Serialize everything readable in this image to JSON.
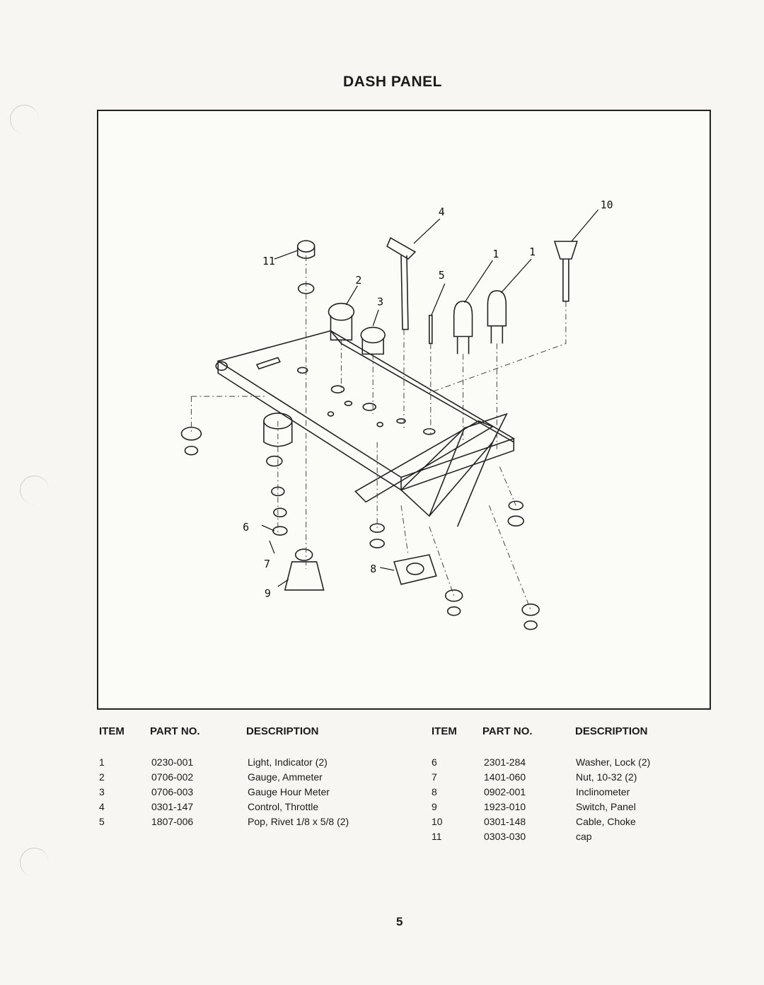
{
  "title": "DASH PANEL",
  "page_number": "5",
  "callouts": [
    "1",
    "1",
    "2",
    "3",
    "4",
    "5",
    "6",
    "7",
    "8",
    "9",
    "10",
    "11"
  ],
  "left_table": {
    "headers": {
      "item": "ITEM",
      "part_no": "PART NO.",
      "description": "DESCRIPTION"
    },
    "rows": [
      {
        "item": "1",
        "part_no": "0230-001",
        "description": "Light, Indicator (2)"
      },
      {
        "item": "2",
        "part_no": "0706-002",
        "description": "Gauge, Ammeter"
      },
      {
        "item": "3",
        "part_no": "0706-003",
        "description": "Gauge Hour Meter"
      },
      {
        "item": "4",
        "part_no": "0301-147",
        "description": "Control, Throttle"
      },
      {
        "item": "5",
        "part_no": "1807-006",
        "description": "Pop, Rivet 1/8 x 5/8 (2)"
      }
    ]
  },
  "right_table": {
    "headers": {
      "item": "ITEM",
      "part_no": "PART NO.",
      "description": "DESCRIPTION"
    },
    "rows": [
      {
        "item": "6",
        "part_no": "2301-284",
        "description": "Washer, Lock (2)"
      },
      {
        "item": "7",
        "part_no": "1401-060",
        "description": "Nut, 10-32 (2)"
      },
      {
        "item": "8",
        "part_no": "0902-001",
        "description": "Inclinometer"
      },
      {
        "item": "9",
        "part_no": "1923-010",
        "description": "Switch, Panel"
      },
      {
        "item": "10",
        "part_no": "0301-148",
        "description": "Cable, Choke"
      },
      {
        "item": "11",
        "part_no": "0303-030",
        "description": "cap"
      }
    ]
  }
}
